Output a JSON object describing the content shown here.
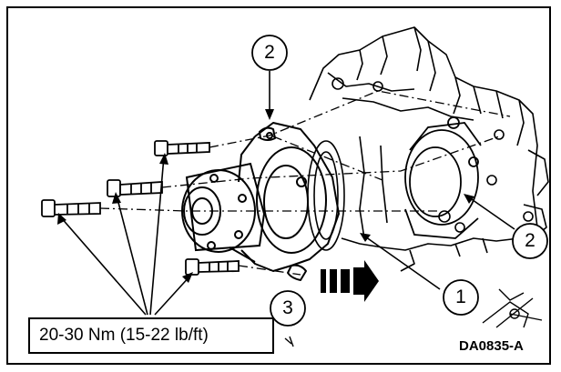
{
  "callouts": {
    "c1": "1",
    "c2_top": "2",
    "c2_right": "2",
    "c3": "3"
  },
  "torque_spec": "20-30 Nm (15-22 lb/ft)",
  "diagram_code": "DA0835-A"
}
